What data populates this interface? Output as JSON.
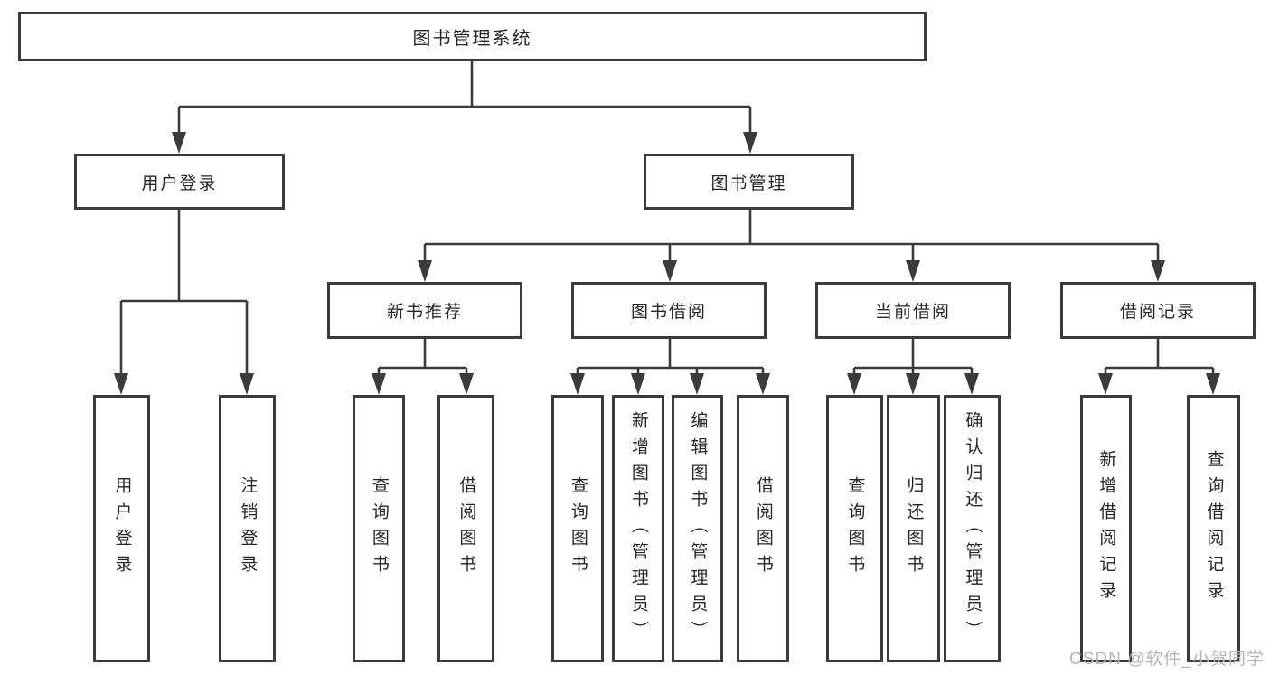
{
  "diagram": {
    "type": "hierarchy-tree",
    "root": {
      "label": "图书管理系统",
      "children": [
        {
          "label": "用户登录",
          "children": [
            {
              "label": "用户登录"
            },
            {
              "label": "注销登录"
            }
          ]
        },
        {
          "label": "图书管理",
          "children": [
            {
              "label": "新书推荐",
              "children": [
                {
                  "label": "查询图书"
                },
                {
                  "label": "借阅图书"
                }
              ]
            },
            {
              "label": "图书借阅",
              "children": [
                {
                  "label": "查询图书"
                },
                {
                  "label": "新增图书（管理员）"
                },
                {
                  "label": "编辑图书（管理员）"
                },
                {
                  "label": "借阅图书"
                }
              ]
            },
            {
              "label": "当前借阅",
              "children": [
                {
                  "label": "查询图书"
                },
                {
                  "label": "归还图书"
                },
                {
                  "label": "确认归还（管理员）"
                }
              ]
            },
            {
              "label": "借阅记录",
              "children": [
                {
                  "label": "新增借阅记录"
                },
                {
                  "label": "查询借阅记录"
                }
              ]
            }
          ]
        }
      ]
    }
  },
  "watermark": {
    "text": "CSDN @软件_小贺同学"
  },
  "colors": {
    "line": "#3b3b3b",
    "box_border": "#3b3b3b",
    "box_background": "#ffffff",
    "text": "#262626",
    "watermark": "#b5b5b5",
    "page_background": "#ffffff"
  }
}
